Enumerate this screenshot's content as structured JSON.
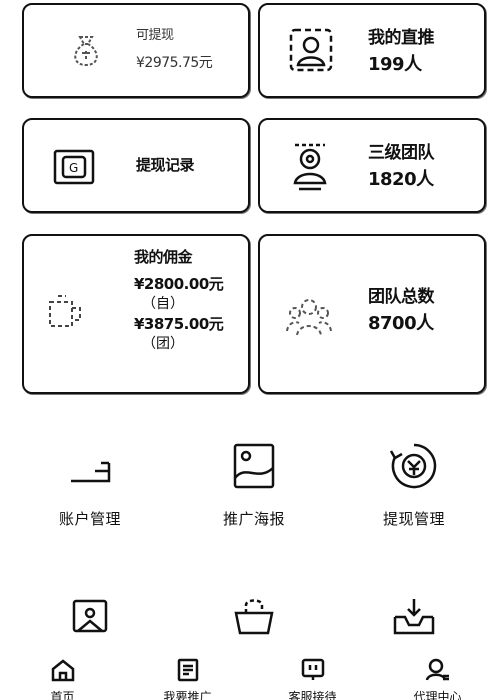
{
  "cards": {
    "balance": {
      "title": "可提现",
      "value": "¥2975.75元"
    },
    "direct": {
      "title": "我的直推",
      "value": "199人"
    },
    "record": {
      "title": "提现记录"
    },
    "level3": {
      "title": "三级团队",
      "value": "1820人"
    },
    "commission": {
      "title": "我的佣金",
      "line1": "¥2800.00元",
      "paren1": "（自）",
      "line2": "¥3875.00元",
      "paren2": "（团）"
    },
    "team_total": {
      "title": "团队总数",
      "value": "8700人"
    }
  },
  "menu": [
    {
      "label": "账户管理",
      "icon": "wallet-icon"
    },
    {
      "label": "推广海报",
      "icon": "poster-icon"
    },
    {
      "label": "提现管理",
      "icon": "withdraw-icon"
    },
    {
      "label": "",
      "icon": "image-icon"
    },
    {
      "label": "",
      "icon": "bag-icon"
    },
    {
      "label": "",
      "icon": "inbox-icon"
    }
  ],
  "tabbar": [
    {
      "label": "首页",
      "icon": "home-icon"
    },
    {
      "label": "我要推广",
      "icon": "list-icon"
    },
    {
      "label": "客服接待",
      "icon": "chat-icon"
    },
    {
      "label": "代理中心",
      "icon": "user-icon"
    }
  ]
}
